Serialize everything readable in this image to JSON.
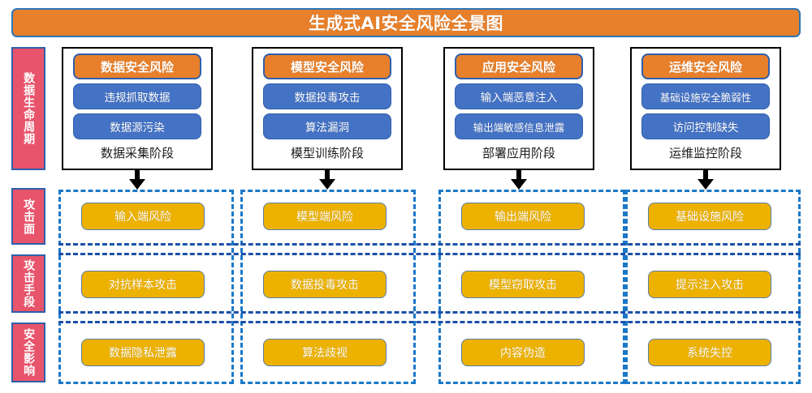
{
  "title": "生成式AI安全风险全景图",
  "colors": {
    "title_bg": "#E8802B",
    "title_border": "#2E75B6",
    "sidebar_bg": "#E8546B",
    "sidebar_border": "#2E5FAC",
    "stage_header_bg": "#E8802B",
    "stage_item_bg": "#4472C4",
    "chip_bg": "#EDB200",
    "grid_border": "#1B78C8",
    "stage_box_border": "#000000"
  },
  "sidebar": {
    "labels": [
      {
        "id": "lifecycle",
        "text": "数据生命周期"
      },
      {
        "id": "attack-surface",
        "text": "攻击面"
      },
      {
        "id": "attack-method",
        "text": "攻击手段"
      },
      {
        "id": "security-impact",
        "text": "安全影响"
      }
    ]
  },
  "lifecycle": {
    "stages": [
      {
        "header": "数据安全风险",
        "items": [
          "违规抓取数据",
          "数据源污染"
        ],
        "caption": "数据采集阶段"
      },
      {
        "header": "模型安全风险",
        "items": [
          "数据投毒攻击",
          "算法漏洞"
        ],
        "caption": "模型训练阶段"
      },
      {
        "header": "应用安全风险",
        "items": [
          "输入端恶意注入",
          "输出端敏感信息泄露"
        ],
        "caption": "部署应用阶段"
      },
      {
        "header": "运维安全风险",
        "items": [
          "基础设施安全脆弱性",
          "访问控制缺失"
        ],
        "caption": "运维监控阶段"
      }
    ]
  },
  "matrix": {
    "rows": [
      {
        "id": "attack-surface",
        "label": "攻击面",
        "cells": [
          "输入端风险",
          "模型端风险",
          "输出端风险",
          "基础设施风险"
        ]
      },
      {
        "id": "attack-method",
        "label": "攻击手段",
        "cells": [
          "对抗样本攻击",
          "数据投毒攻击",
          "模型窃取攻击",
          "提示注入攻击"
        ]
      },
      {
        "id": "security-impact",
        "label": "安全影响",
        "cells": [
          "数据隐私泄露",
          "算法歧视",
          "内容伪造",
          "系统失控"
        ]
      }
    ]
  }
}
